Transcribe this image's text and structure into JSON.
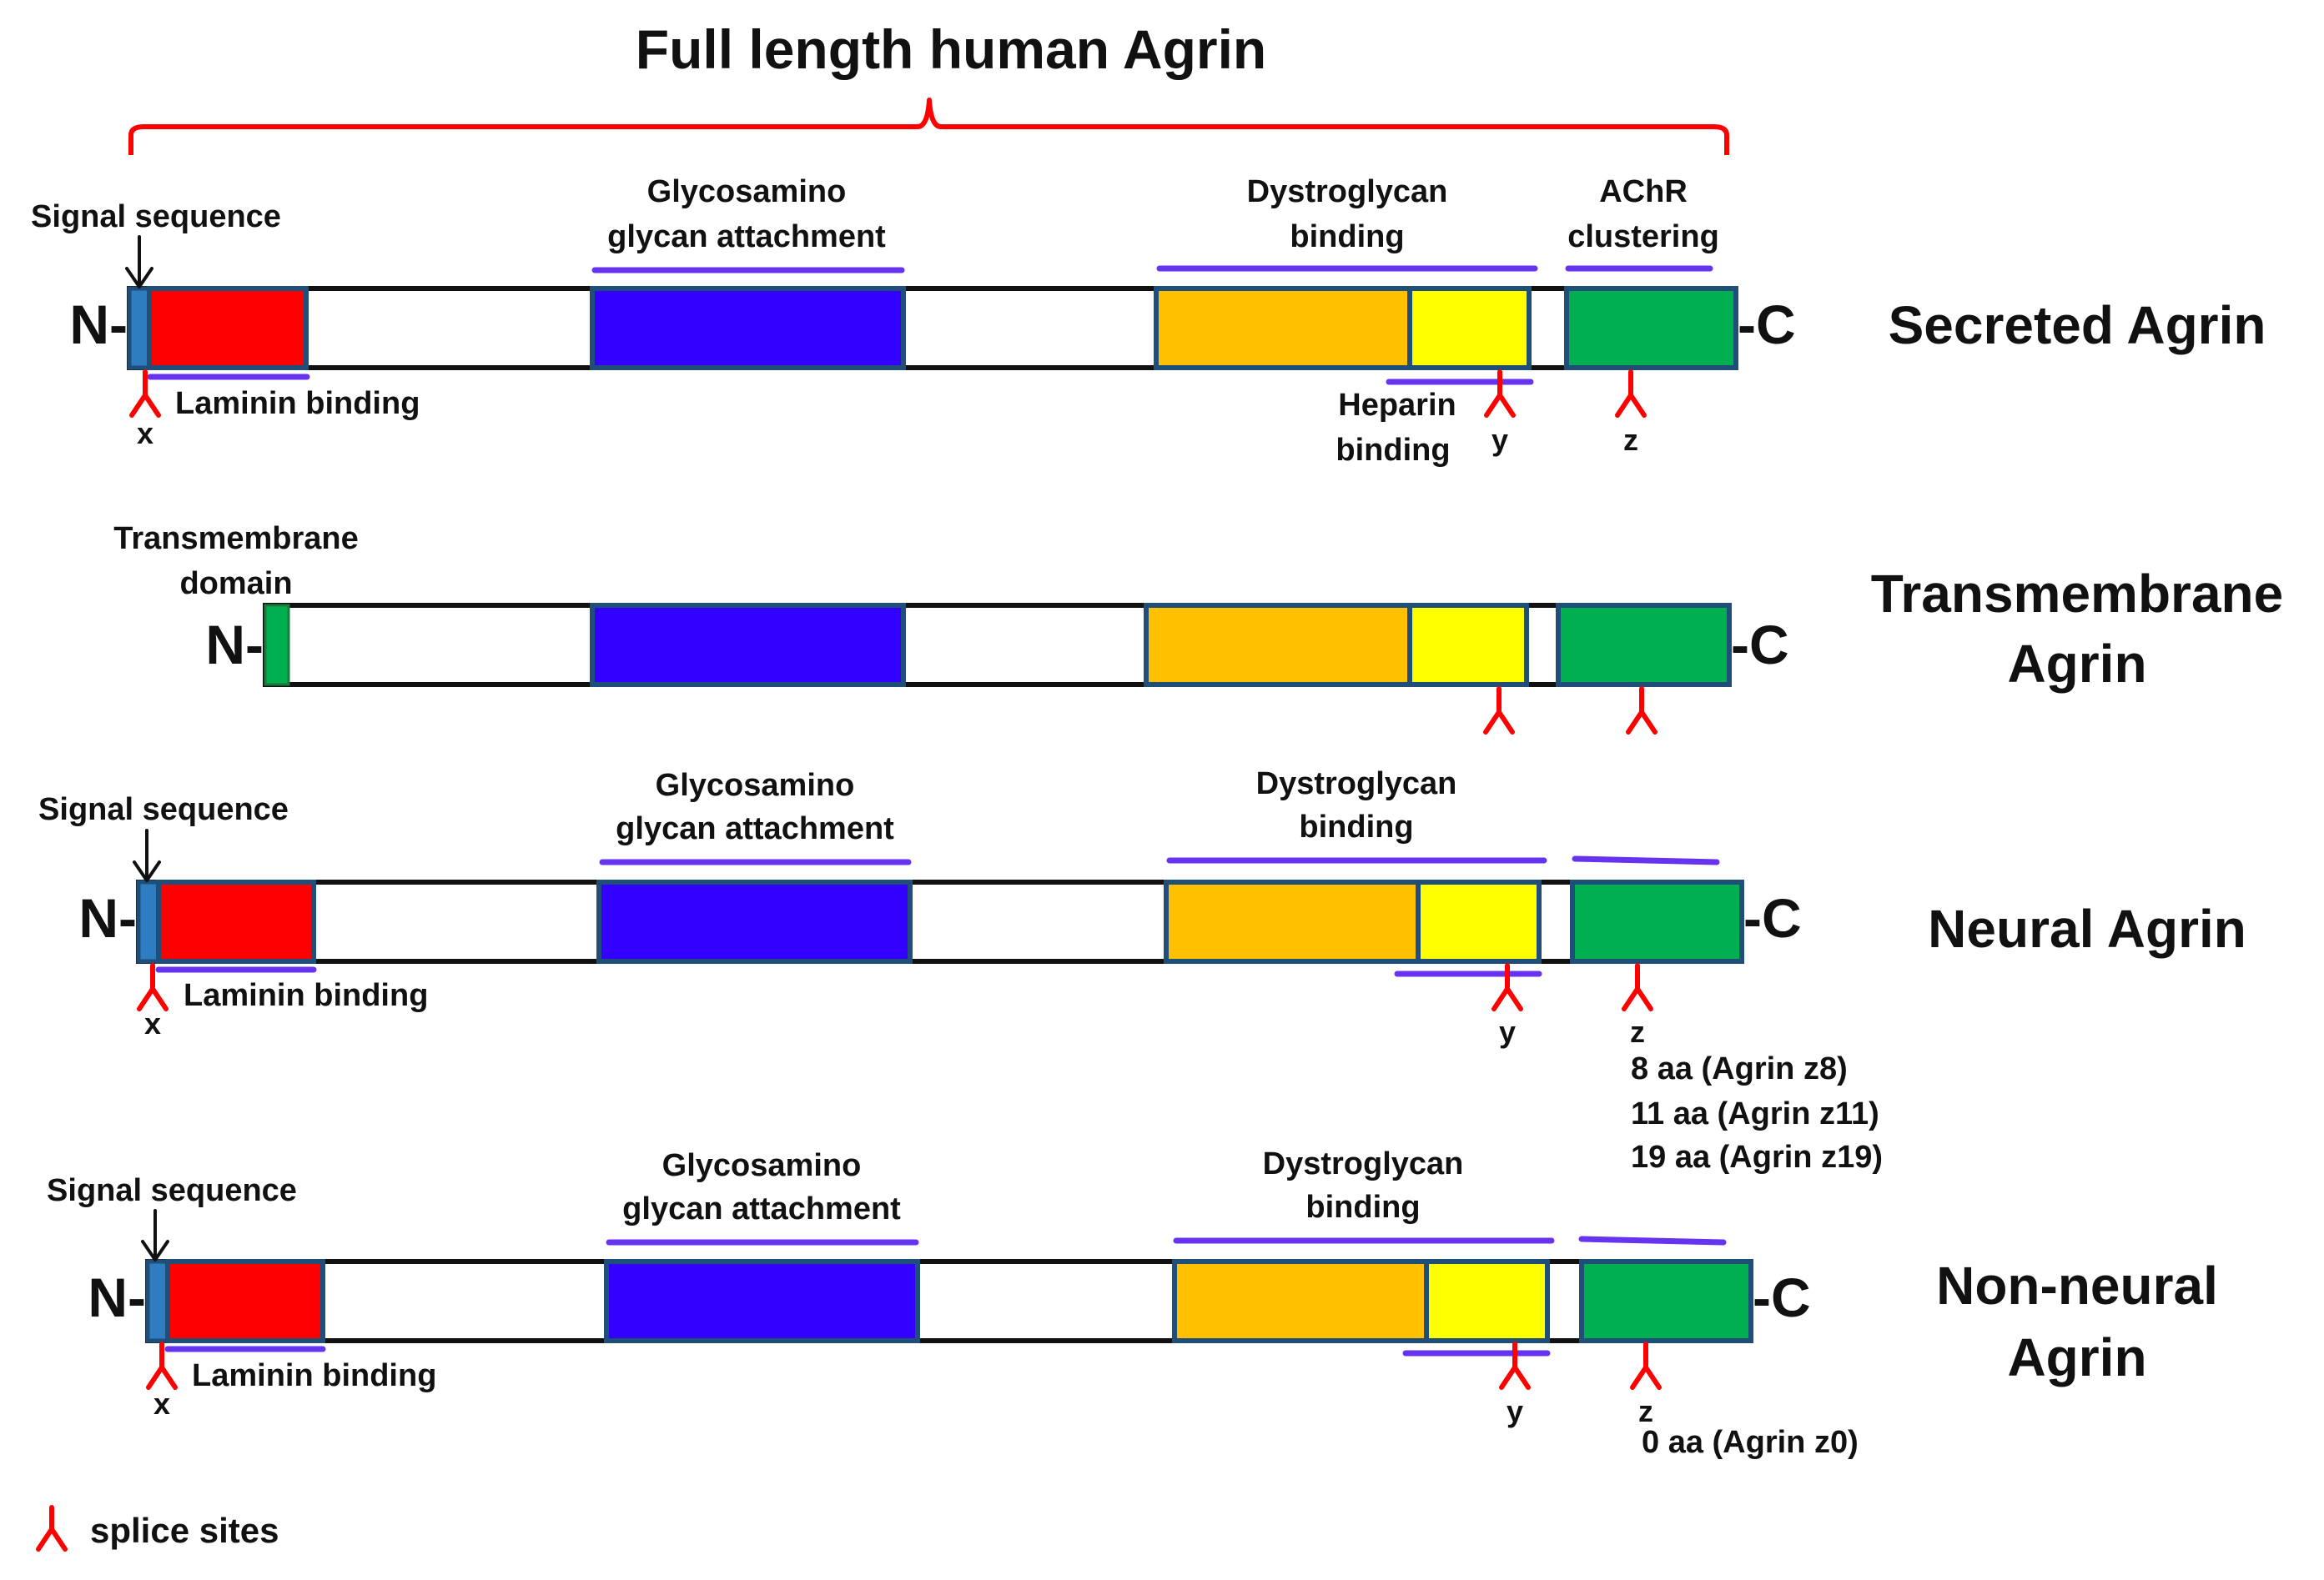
{
  "title": "Full length human Agrin",
  "terminal_labels": {
    "n": "N-",
    "c": "-C"
  },
  "colors": {
    "signal_sequence": "#2e7dc0",
    "laminin_domain": "#ff0000",
    "gag_domain": "#3300ff",
    "dystroglycan_domain": "#ffc000",
    "heparin_domain": "#ffff00",
    "achr_domain": "#00b050",
    "transmembrane_domain": "#00b050",
    "domain_border": "#1f4e79",
    "annotation_line": "#6633ee",
    "splice_marker": "#ff0000",
    "bracket": "#ff0000"
  },
  "icons": {
    "splice_site": "splice-site-icon",
    "arrow": "arrow-down-icon",
    "bracket": "curly-bracket-icon"
  },
  "isoforms": [
    {
      "name": "Secreted Agrin",
      "labels": {
        "signal": "Signal sequence",
        "laminin": "Laminin binding",
        "gag1": "Glycosamino",
        "gag2": "glycan attachment",
        "dg1": "Dystroglycan",
        "dg2": "binding",
        "achr1": "AChR",
        "achr2": "clustering",
        "heparin1": "Heparin",
        "heparin2": "binding"
      },
      "splice_sites": [
        "x",
        "y",
        "z"
      ]
    },
    {
      "name_line1": "Transmembrane",
      "name_line2": "Agrin",
      "labels": {
        "tm1": "Transmembrane",
        "tm2": "domain"
      }
    },
    {
      "name": "Neural Agrin",
      "labels": {
        "signal": "Signal sequence",
        "laminin": "Laminin binding",
        "gag1": "Glycosamino",
        "gag2": "glycan attachment",
        "dg1": "Dystroglycan",
        "dg2": "binding"
      },
      "splice_sites": [
        "x",
        "y",
        "z"
      ],
      "z_variants": [
        "8 aa (Agrin z8)",
        "11 aa (Agrin z11)",
        "19 aa (Agrin z19)"
      ]
    },
    {
      "name_line1": "Non-neural",
      "name_line2": "Agrin",
      "labels": {
        "signal": "Signal sequence",
        "laminin": "Laminin binding",
        "gag1": "Glycosamino",
        "gag2": "glycan attachment",
        "dg1": "Dystroglycan",
        "dg2": "binding"
      },
      "splice_sites": [
        "x",
        "y",
        "z"
      ],
      "z_variants": [
        "0 aa (Agrin z0)"
      ]
    }
  ],
  "legend": {
    "label": "splice sites"
  }
}
